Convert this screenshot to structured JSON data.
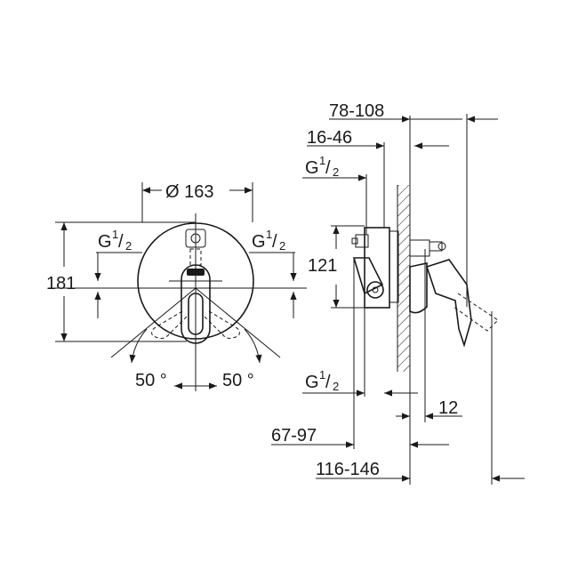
{
  "front_view": {
    "diameter": "Ø 163",
    "height": "181",
    "thread_left": {
      "g": "G",
      "num": "1",
      "den": "2"
    },
    "thread_right": {
      "g": "G",
      "num": "1",
      "den": "2"
    },
    "angle_left": "50 °",
    "angle_right": "50 °"
  },
  "side_view": {
    "dim_78_108": "78-108",
    "dim_16_46": "16-46",
    "thread_top": {
      "g": "G",
      "num": "1",
      "den": "2"
    },
    "dim_121": "121",
    "thread_bottom": {
      "g": "G",
      "num": "1",
      "den": "2"
    },
    "dim_12": "12",
    "dim_67_97": "67-97",
    "dim_116_146": "116-146"
  }
}
